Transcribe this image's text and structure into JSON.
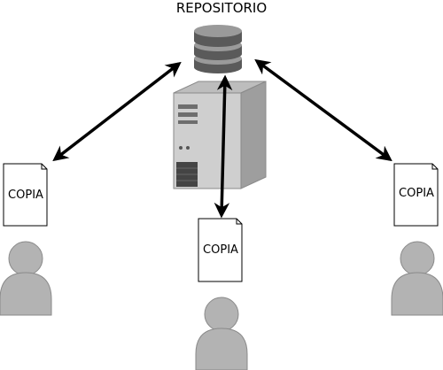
{
  "repository": {
    "label": "REPOSITORIO",
    "icon": "database-icon"
  },
  "server": {
    "icon": "server-tower-icon"
  },
  "copies": [
    {
      "id": "left",
      "label": "COPIA",
      "document_icon": "document-icon",
      "user_icon": "user-icon"
    },
    {
      "id": "center",
      "label": "COPIA",
      "document_icon": "document-icon",
      "user_icon": "user-icon"
    },
    {
      "id": "right",
      "label": "COPIA",
      "document_icon": "document-icon",
      "user_icon": "user-icon"
    }
  ],
  "colors": {
    "database_dark": "#5a5a5a",
    "database_light": "#9a9a9a",
    "server_front": "#cfcfcf",
    "server_side": "#9e9e9e",
    "user": "#b3b3b3",
    "arrow": "#000000"
  }
}
